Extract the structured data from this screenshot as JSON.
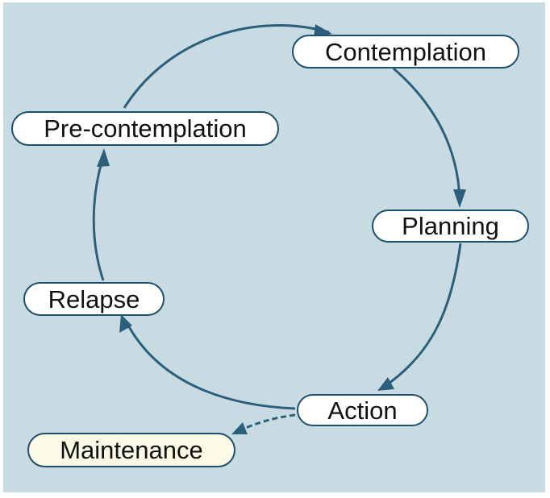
{
  "diagram": {
    "colors": {
      "panel_background": "#c8dbe3",
      "edge": "#2c5f7c",
      "node_border": "#1f4f6a",
      "node_fill": "#ffffff",
      "maintenance_fill": "#fafae6",
      "text": "#111111"
    },
    "nodes": {
      "contemplation": "Contemplation",
      "precontemplation": "Pre-contemplation",
      "planning": "Planning",
      "relapse": "Relapse",
      "action": "Action",
      "maintenance": "Maintenance"
    },
    "edges": [
      {
        "from": "Pre-contemplation",
        "to": "Contemplation",
        "style": "solid"
      },
      {
        "from": "Contemplation",
        "to": "Planning",
        "style": "solid"
      },
      {
        "from": "Planning",
        "to": "Action",
        "style": "solid"
      },
      {
        "from": "Action",
        "to": "Relapse",
        "style": "solid"
      },
      {
        "from": "Relapse",
        "to": "Pre-contemplation",
        "style": "solid"
      },
      {
        "from": "Action",
        "to": "Maintenance",
        "style": "dashed"
      }
    ]
  }
}
